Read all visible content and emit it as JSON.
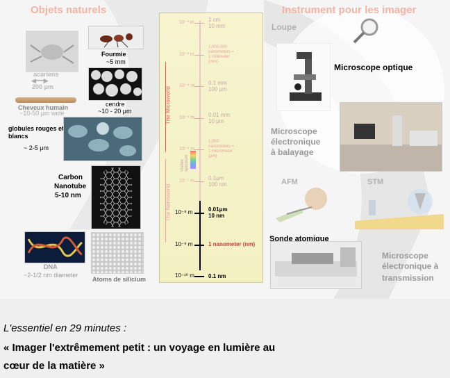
{
  "headers": {
    "left": "Objets naturels",
    "right": "Instrument pour les imager"
  },
  "objects": {
    "acariens": "acariens",
    "acariens_size": "200 μm",
    "fourmie": "Fourmie",
    "fourmie_size": "~5 mm",
    "cheveux": "Cheveux humain",
    "cheveux_size": "~10-50 μm wide",
    "cendre": "cendre",
    "cendre_size": "~10 - 20 μm",
    "globules": "globules rouges et blancs",
    "globules_size": "~ 2-5 μm",
    "nanotube_1": "Carbon",
    "nanotube_2": "Nanotube",
    "nanotube_3": "5-10 nm",
    "dna": "DNA",
    "dna_size": "~2-1/2 nm diameter",
    "silicium": "Atoms de silicium"
  },
  "scale": {
    "ticks": [
      "10⁻² m",
      "10⁻³ m",
      "10⁻⁴ m",
      "10⁻⁵ m",
      "10⁻⁶ m",
      "10⁻⁷ m",
      "10⁻⁸ m",
      "10⁻⁹ m",
      "10⁻¹⁰ m"
    ],
    "labels": [
      [
        "1 cm",
        "10 mm"
      ],
      [
        "1,000,000",
        "nanometers =",
        "1 millimeter",
        "(mm)"
      ],
      [
        "0.1 mm",
        "100 μm"
      ],
      [
        "0.01 mm",
        "10 μm"
      ],
      [
        "1,000",
        "nanometers =",
        "1 micrometer",
        "(μm)"
      ],
      [
        "0.1μm",
        "100 nm"
      ],
      [
        "0.01μm",
        "10 nm"
      ],
      [
        "1 nanometer (nm)"
      ],
      [
        "0.1 nm"
      ]
    ],
    "microworld": "The Microworld",
    "nanoworld": "The Nanoworld",
    "visible": "Visible spectrum"
  },
  "instruments": {
    "loupe": "Loupe",
    "optique": "Microscope optique",
    "balayage_1": "Microscope",
    "balayage_2": "électronique",
    "balayage_3": "à balayage",
    "afm": "AFM",
    "stm": "STM",
    "sonde": "Sonde atomique",
    "transmission_1": "Microscope",
    "transmission_2": "électronique à",
    "transmission_3": "transmission"
  },
  "footer": {
    "line1": "L'essentiel en 29 minutes :",
    "line2": "« Imager l'extrêmement petit : un voyage en lumière au",
    "line3": "cœur de la matière »"
  }
}
